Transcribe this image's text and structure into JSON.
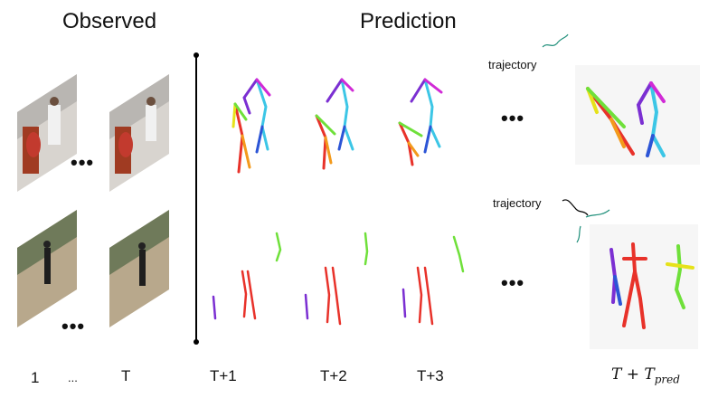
{
  "headers": {
    "observed": "Observed",
    "prediction": "Prediction"
  },
  "annotations": {
    "trajectory_top": "trajectory",
    "trajectory_bottom": "trajectory"
  },
  "ellipsis": "•••",
  "timeline": {
    "first": "1",
    "ellipsis": "...",
    "last": "T",
    "t1": "T+1",
    "t2": "T+2",
    "t3": "T+3",
    "final_base": "T + T",
    "final_sub": "pred"
  },
  "colors": {
    "red": "#e8322a",
    "orange": "#f39a1c",
    "yellow": "#e6e21a",
    "green": "#6fe03a",
    "cyan": "#3cc6e6",
    "blue": "#2c55d6",
    "purple": "#7b2fd2",
    "magenta": "#d12ad6",
    "teal": "#1f8f7a"
  }
}
